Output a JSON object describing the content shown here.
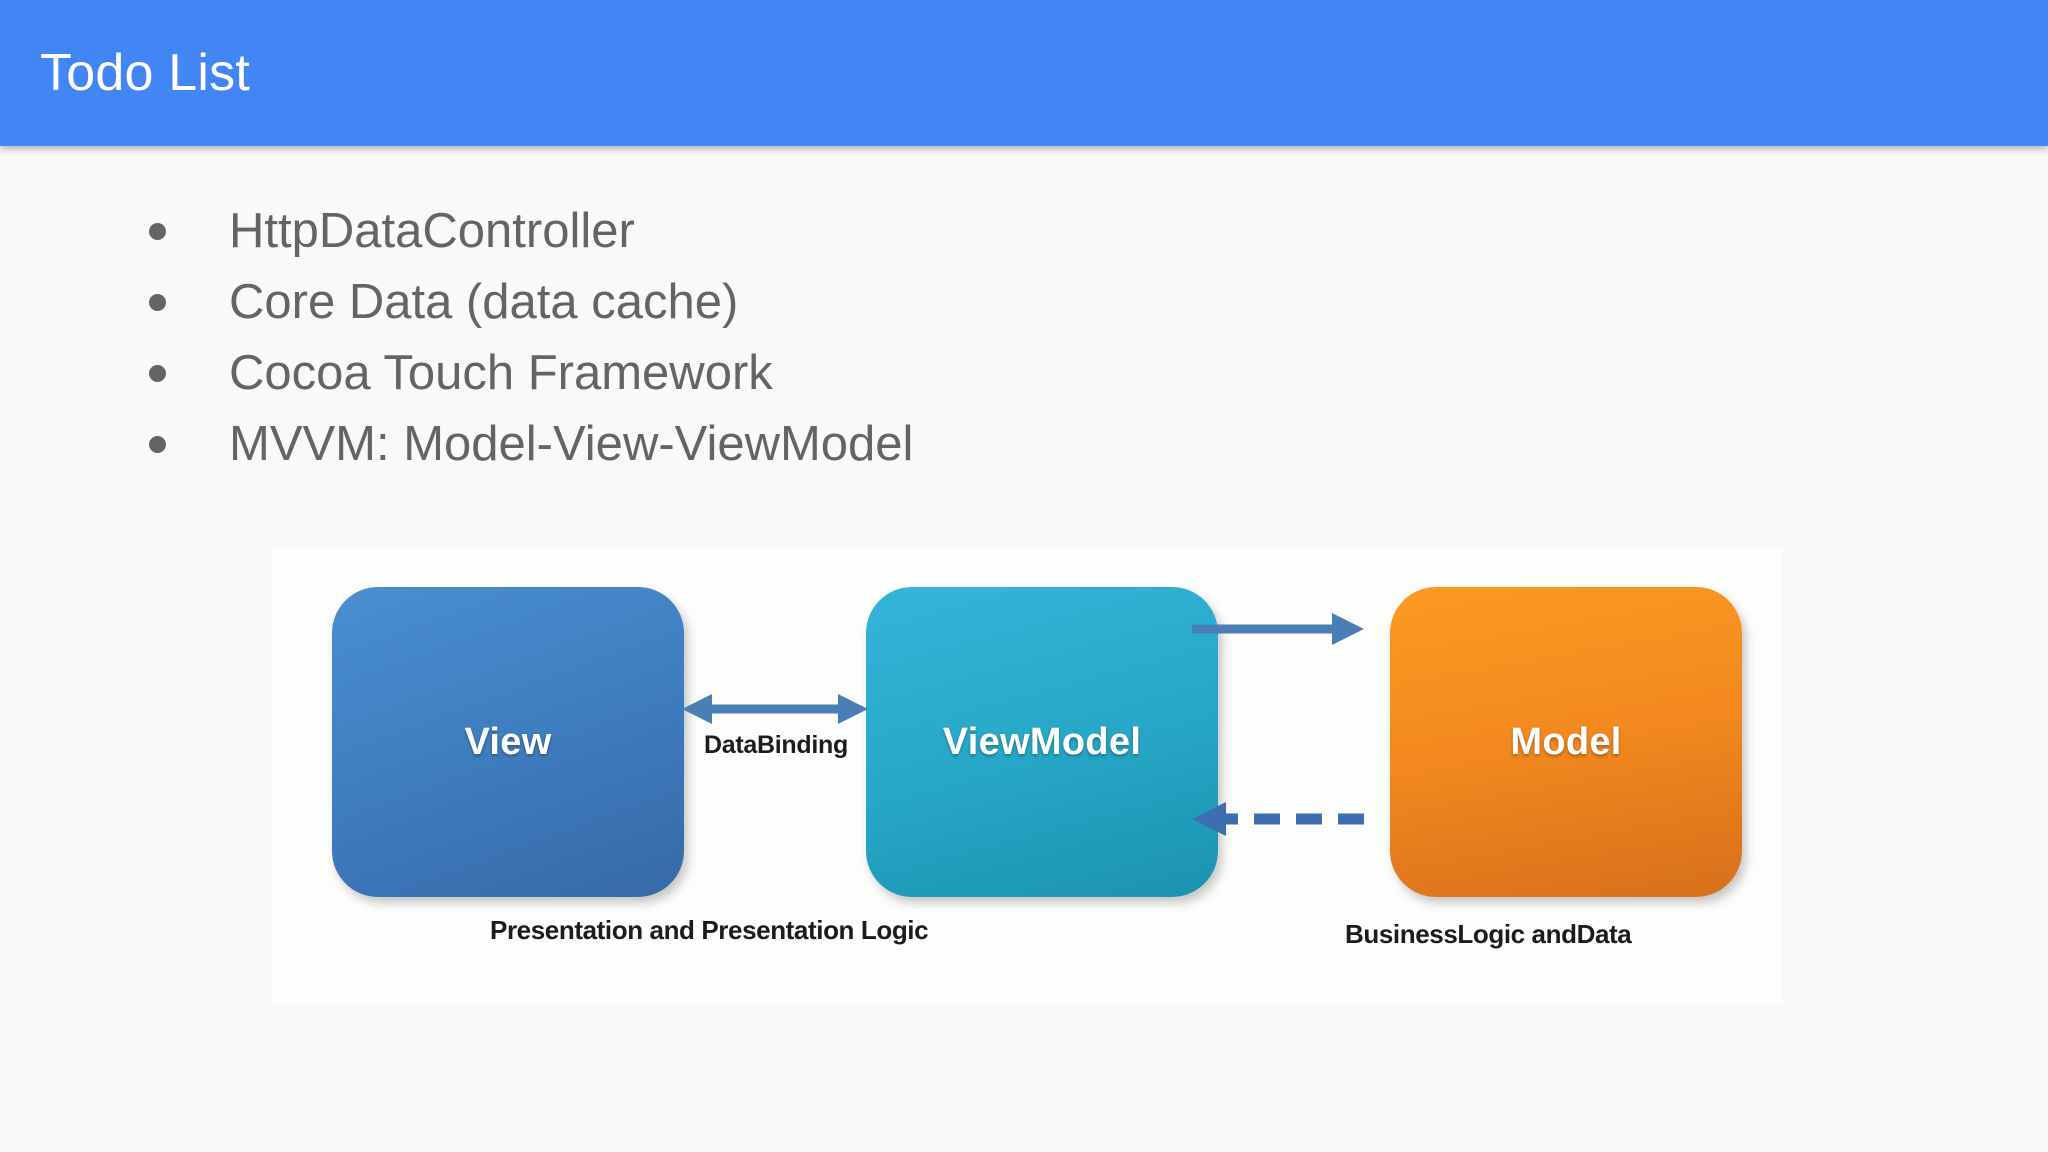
{
  "appbar": {
    "title": "Todo List",
    "background_color": "#4285f4",
    "title_color": "#ffffff"
  },
  "page": {
    "background_color": "#f9f8fb",
    "text_color": "#646464"
  },
  "todo": {
    "items": [
      {
        "label": "HttpDataController",
        "bullet": "bullet-dot"
      },
      {
        "label": "Core Data (data cache)",
        "bullet": "bullet-dot"
      },
      {
        "label": "Cocoa Touch Framework",
        "bullet": "bullet-dot"
      },
      {
        "label": "MVVM: Model-View-ViewModel",
        "bullet": "bullet-dot"
      }
    ]
  },
  "diagram": {
    "type": "mvvm-architecture",
    "panel_background": "#fdfdfc",
    "nodes": [
      {
        "id": "view",
        "label": "View",
        "color_start": "#4a8fd0",
        "color_end": "#3769a8"
      },
      {
        "id": "viewmodel",
        "label": "ViewModel",
        "color_start": "#34b5d8",
        "color_end": "#1a93b0"
      },
      {
        "id": "model",
        "label": "Model",
        "color_start": "#fb9a22",
        "color_end": "#d6701b"
      }
    ],
    "connectors": [
      {
        "id": "databinding",
        "from": "view",
        "to": "viewmodel",
        "style": "solid",
        "direction": "bidirectional",
        "label": "DataBinding",
        "color": "#4a7fb5"
      },
      {
        "id": "viewmodel-to-model",
        "from": "viewmodel",
        "to": "model",
        "style": "solid",
        "direction": "right",
        "label": "",
        "color": "#4a7fb5"
      },
      {
        "id": "model-to-viewmodel",
        "from": "model",
        "to": "viewmodel",
        "style": "dashed",
        "direction": "left",
        "label": "",
        "color": "#3d6fb0"
      }
    ],
    "captions": [
      {
        "id": "left-caption",
        "text": "Presentation and Presentation Logic"
      },
      {
        "id": "right-caption",
        "text": "BusinessLogic andData"
      }
    ]
  }
}
